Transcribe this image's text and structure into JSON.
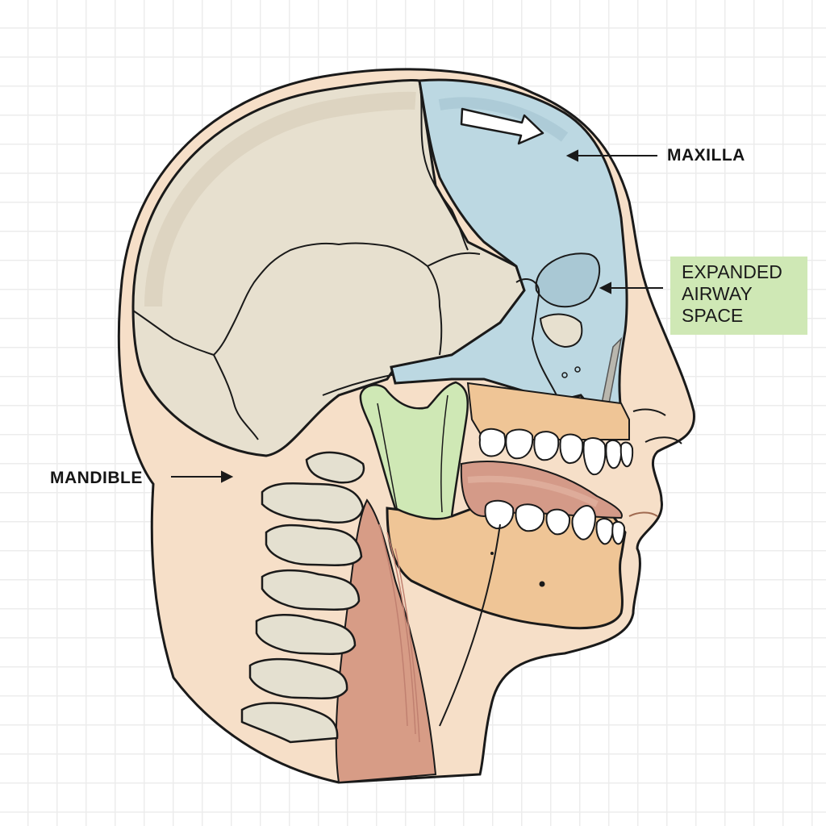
{
  "labels": {
    "maxilla": "MAXILLA",
    "mandible": "MANDIBLE",
    "airway": {
      "line1": "EXPANDED",
      "line2": "AIRWAY",
      "line3": "SPACE"
    }
  },
  "colors": {
    "skin": "#f6dfc8",
    "cranium": "#e7e0cf",
    "cranium_shadow": "#d8cfba",
    "maxilla": "#bcd8e2",
    "maxilla_shadow": "#a9c8d4",
    "mandible": "#efc596",
    "airway_highlight": "#cfe8b5",
    "airway_label_bg": "#cfe8b5",
    "muscle": "#d79c86",
    "tongue": "#d49a88",
    "vertebrae": "#e4e0d0",
    "grid": "#ececec",
    "outline": "#1a1a1a"
  },
  "icons": {
    "direction_arrow": "forward-arrow (white, maxilla advancement)"
  }
}
